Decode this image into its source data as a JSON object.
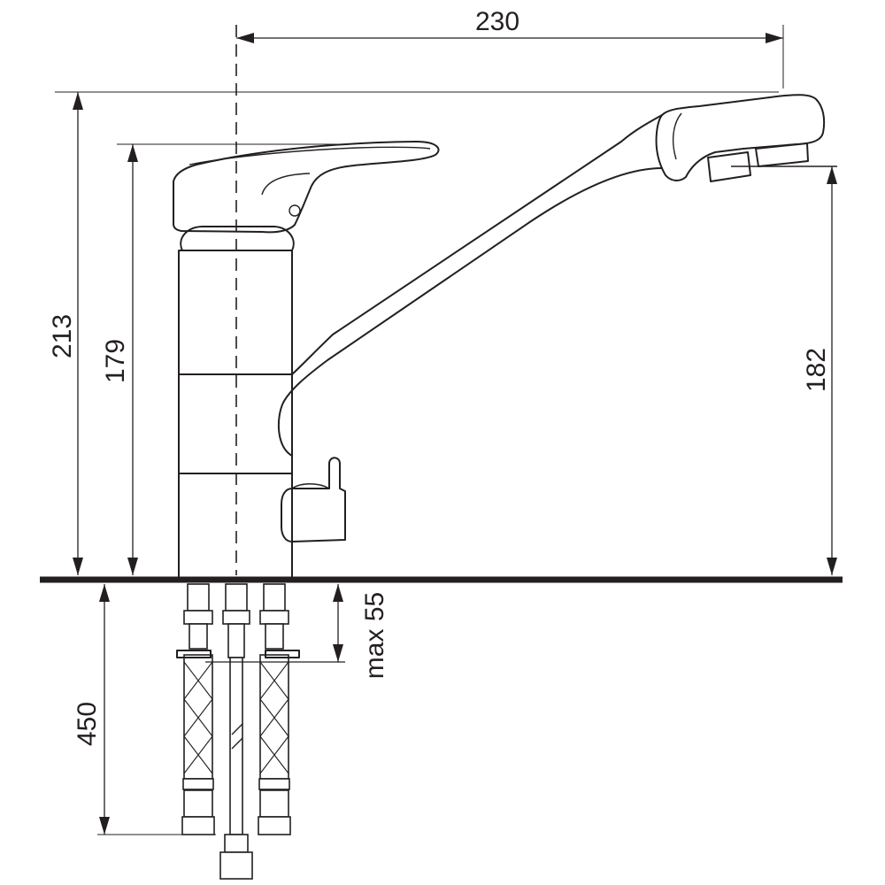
{
  "dimensions": {
    "spout_reach": "230",
    "total_height": "213",
    "lever_height": "179",
    "spout_outlet_height": "182",
    "max_countertop": "max 55",
    "hose_length": "450"
  }
}
